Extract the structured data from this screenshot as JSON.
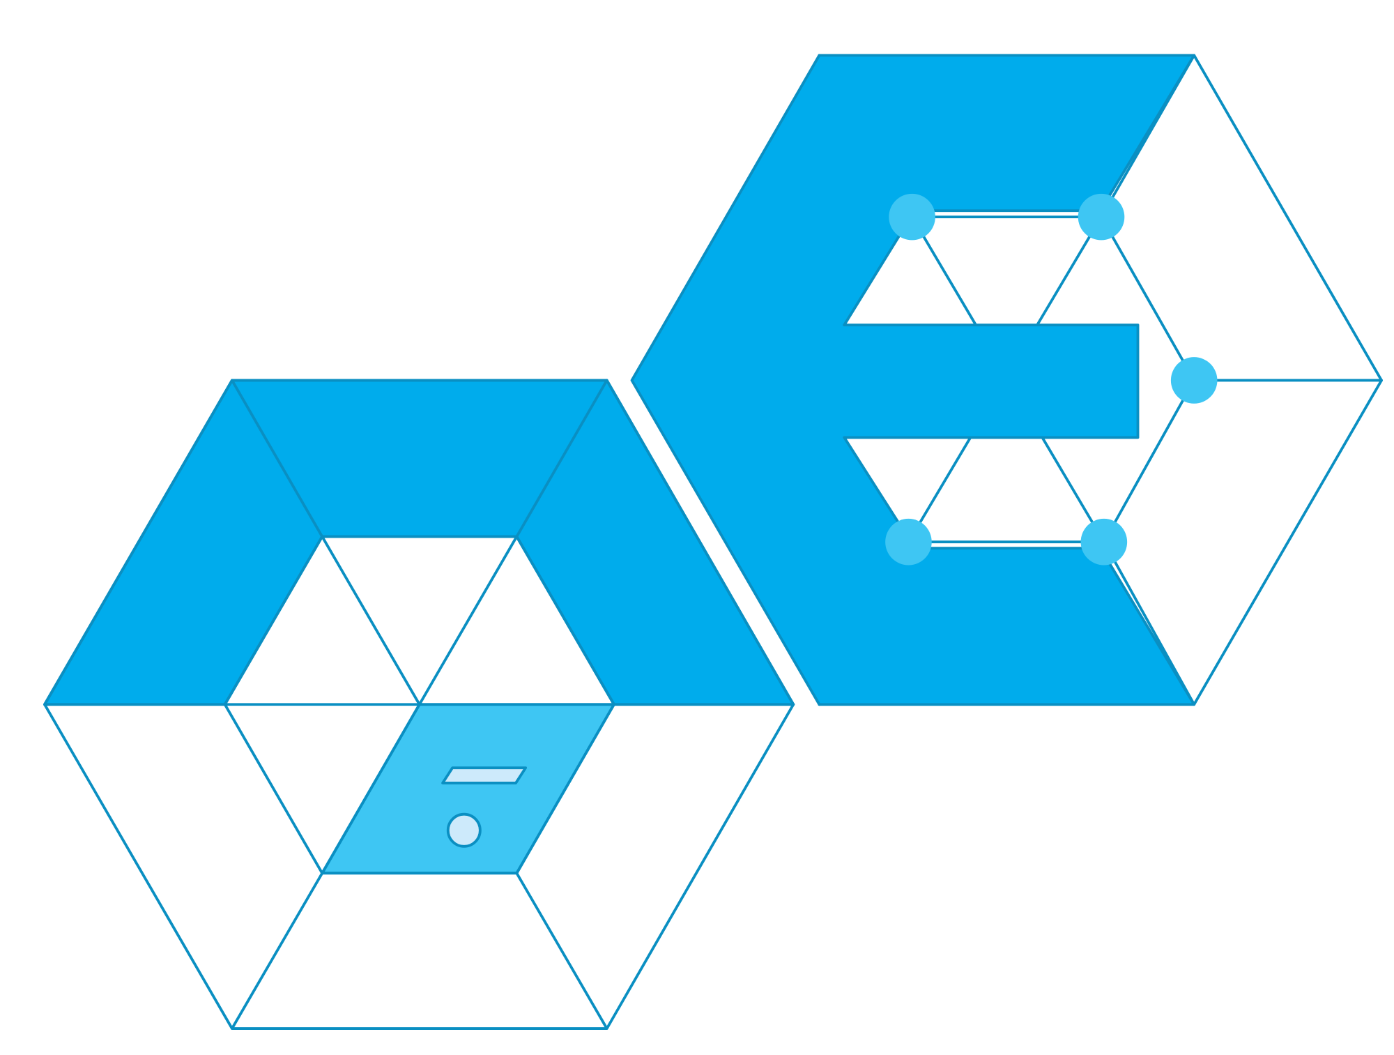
{
  "logo": {
    "name": "hexagonal-puzzle-illustration",
    "colors": {
      "background": "#ffffff",
      "outline": "#0a8fc2",
      "fill_primary": "#00acec",
      "fill_secondary": "#3ec6f3",
      "fill_light": "#cdeafb"
    },
    "left_hexagon": {
      "filled_region": "top-arch",
      "highlighted_cell": "bottom-center-rhombus",
      "cell_icons": [
        "slot-icon",
        "dot-icon"
      ]
    },
    "right_hexagon": {
      "filled_region": "e-shape",
      "node_count": 5
    }
  }
}
